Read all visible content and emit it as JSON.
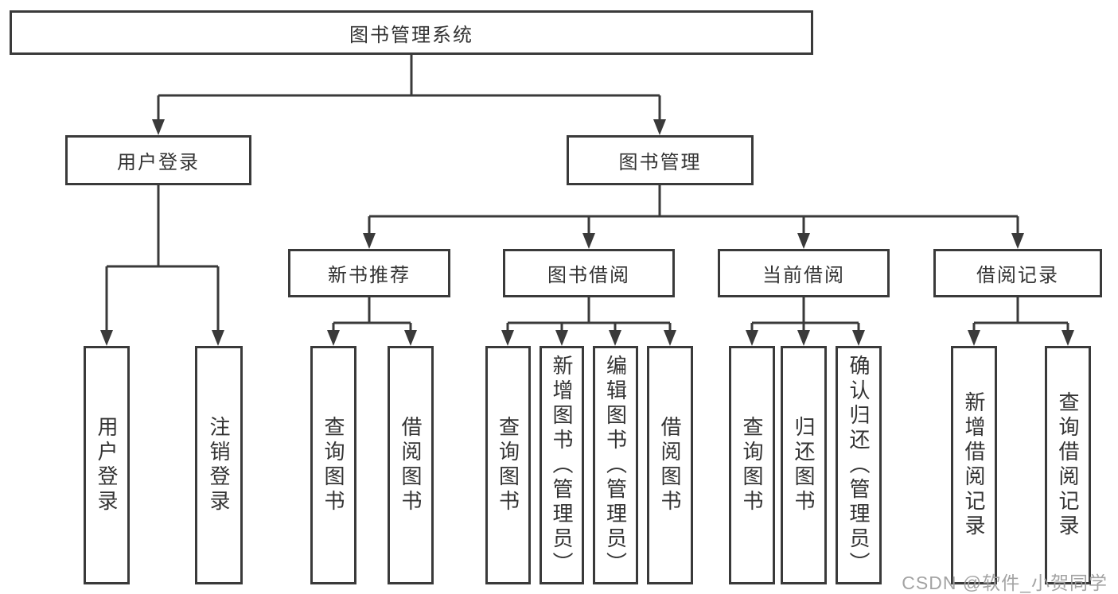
{
  "diagram_title": "图书管理系统",
  "tree": {
    "label": "图书管理系统",
    "children": [
      {
        "label": "用户登录",
        "children": [
          {
            "label": "用户登录"
          },
          {
            "label": "注销登录"
          }
        ]
      },
      {
        "label": "图书管理",
        "children": [
          {
            "label": "新书推荐",
            "children": [
              {
                "label": "查询图书"
              },
              {
                "label": "借阅图书"
              }
            ]
          },
          {
            "label": "图书借阅",
            "children": [
              {
                "label": "查询图书"
              },
              {
                "label": "新增图书（管理员）"
              },
              {
                "label": "编辑图书（管理员）"
              },
              {
                "label": "借阅图书"
              }
            ]
          },
          {
            "label": "当前借阅",
            "children": [
              {
                "label": "查询图书"
              },
              {
                "label": "归还图书"
              },
              {
                "label": "确认归还（管理员）"
              }
            ]
          },
          {
            "label": "借阅记录",
            "children": [
              {
                "label": "新增借阅记录"
              },
              {
                "label": "查询借阅记录"
              }
            ]
          }
        ]
      }
    ]
  },
  "watermark": "CSDN @软件_小贺同学",
  "colors": {
    "line": "#3a3a3a",
    "text": "#333333",
    "watermark": "#9e9e9e",
    "background": "#ffffff"
  }
}
